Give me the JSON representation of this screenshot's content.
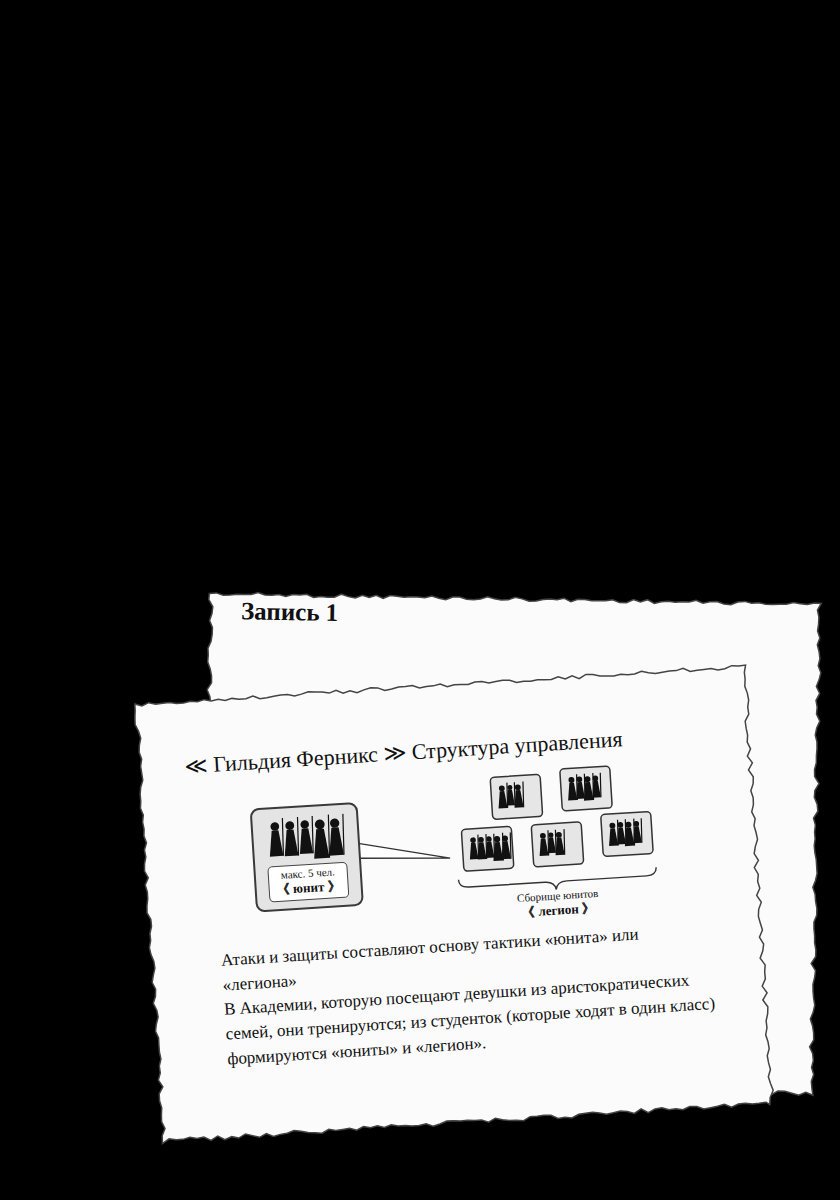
{
  "diagram": {
    "nodes": [
      {
        "text": [
          "Запись 1"
        ]
      },
      {
        "text": [
          "≪ Гильдия Ферникс ≫ Структура управления",
          "Атаки и защиты составляют основу тактики «юнита» или «легиона»",
          "В Академии, которую посещают девушки из аристократических семей, они тренируются; из студенток (которые ходят в один класс) формируются «юниты» и «легион»."
        ]
      },
      {
        "text": [
          "макс. 5 чел.",
          "《 юнит 》"
        ],
        "in": 1
      }
    ],
    "labels": [
      "Сборище юнитов",
      "《 легион 》"
    ]
  }
}
